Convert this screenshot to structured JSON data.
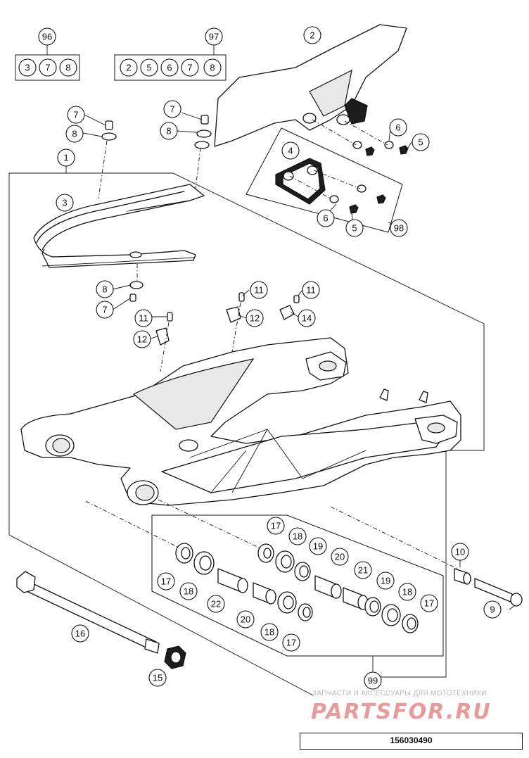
{
  "callouts": [
    {
      "id": "c1",
      "label": "1"
    },
    {
      "id": "c2",
      "label": "2"
    },
    {
      "id": "c3",
      "label": "3"
    },
    {
      "id": "c4",
      "label": "4"
    },
    {
      "id": "c5a",
      "label": "5"
    },
    {
      "id": "c5b",
      "label": "5"
    },
    {
      "id": "c6a",
      "label": "6"
    },
    {
      "id": "c6b",
      "label": "6"
    },
    {
      "id": "c7a",
      "label": "7"
    },
    {
      "id": "c7b",
      "label": "7"
    },
    {
      "id": "c7c",
      "label": "7"
    },
    {
      "id": "c8a",
      "label": "8"
    },
    {
      "id": "c8b",
      "label": "8"
    },
    {
      "id": "c8c",
      "label": "8"
    },
    {
      "id": "c9",
      "label": "9"
    },
    {
      "id": "c10",
      "label": "10"
    },
    {
      "id": "c11a",
      "label": "11"
    },
    {
      "id": "c11b",
      "label": "11"
    },
    {
      "id": "c11c",
      "label": "11"
    },
    {
      "id": "c12a",
      "label": "12"
    },
    {
      "id": "c12b",
      "label": "12"
    },
    {
      "id": "c14",
      "label": "14"
    },
    {
      "id": "c15",
      "label": "15"
    },
    {
      "id": "c16",
      "label": "16"
    },
    {
      "id": "c17a",
      "label": "17"
    },
    {
      "id": "c17b",
      "label": "17"
    },
    {
      "id": "c17c",
      "label": "17"
    },
    {
      "id": "c17d",
      "label": "17"
    },
    {
      "id": "c18a",
      "label": "18"
    },
    {
      "id": "c18b",
      "label": "18"
    },
    {
      "id": "c18c",
      "label": "18"
    },
    {
      "id": "c18d",
      "label": "18"
    },
    {
      "id": "c19a",
      "label": "19"
    },
    {
      "id": "c19b",
      "label": "19"
    },
    {
      "id": "c20a",
      "label": "20"
    },
    {
      "id": "c20b",
      "label": "20"
    },
    {
      "id": "c21",
      "label": "21"
    },
    {
      "id": "c22",
      "label": "22"
    },
    {
      "id": "c98",
      "label": "98"
    },
    {
      "id": "c99",
      "label": "99"
    }
  ],
  "kits": [
    {
      "id": "k96",
      "label": "96",
      "items": [
        "3",
        "7",
        "8"
      ]
    },
    {
      "id": "k97",
      "label": "97",
      "items": [
        "2",
        "5",
        "6",
        "7",
        "8"
      ]
    }
  ],
  "watermark": {
    "tagline": "ЗАПЧАСТИ И АКСЕССУАРЫ ДЛЯ МОТОТЕХНИКИ",
    "logo": "PARTSFOR.RU"
  },
  "drawing_number": "156030490",
  "colors": {
    "line": "#111111",
    "watermark_logo": "#e38a8a",
    "watermark_text": "#b9b9b9"
  }
}
